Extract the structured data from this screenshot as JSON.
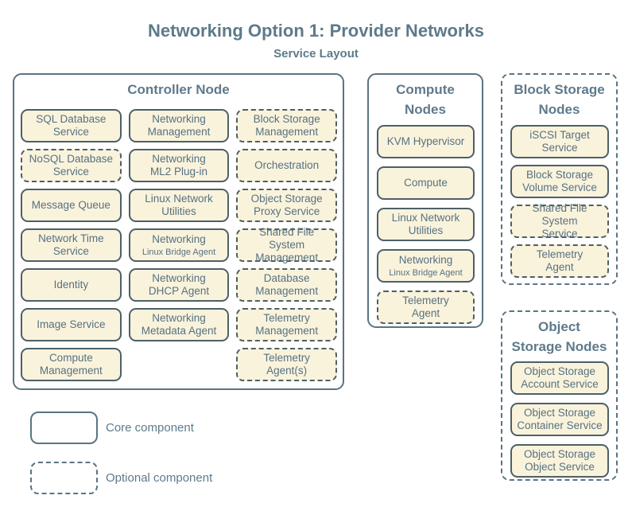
{
  "title": "Networking Option 1: Provider Networks",
  "subtitle": "Service Layout",
  "colors": {
    "canvas-bg": "#ffffff",
    "box-fill": "#faf3dc",
    "box-border": "#4d6067",
    "group-border": "#5a7482",
    "text": "#567181",
    "heading": "#5e7a8b"
  },
  "groups": {
    "controller": {
      "title": "Controller Node",
      "columns": [
        [
          {
            "label": "SQL Database\nService",
            "style": "core"
          },
          {
            "label": "NoSQL Database\nService",
            "style": "optional"
          },
          {
            "label": "Message Queue",
            "style": "core"
          },
          {
            "label": "Network Time\nService",
            "style": "core"
          },
          {
            "label": "Identity",
            "style": "core"
          },
          {
            "label": "Image Service",
            "style": "core"
          },
          {
            "label": "Compute\nManagement",
            "style": "core"
          }
        ],
        [
          {
            "label": "Networking\nManagement",
            "style": "core"
          },
          {
            "label": "Networking\nML2 Plug-in",
            "style": "core"
          },
          {
            "label": "Linux Network\nUtilities",
            "style": "core"
          },
          {
            "label": "Networking",
            "sublabel": "Linux Bridge Agent",
            "style": "core"
          },
          {
            "label": "Networking\nDHCP Agent",
            "style": "core"
          },
          {
            "label": "Networking\nMetadata Agent",
            "style": "core"
          }
        ],
        [
          {
            "label": "Block Storage\nManagement",
            "style": "optional"
          },
          {
            "label": "Orchestration",
            "style": "optional"
          },
          {
            "label": "Object Storage\nProxy Service",
            "style": "optional"
          },
          {
            "label": "Shared File System\nManagement",
            "style": "optional"
          },
          {
            "label": "Database\nManagement",
            "style": "optional"
          },
          {
            "label": "Telemetry\nManagement",
            "style": "optional"
          },
          {
            "label": "Telemetry\nAgent(s)",
            "style": "optional"
          }
        ]
      ]
    },
    "compute": {
      "title": "Compute\nNodes",
      "items": [
        {
          "label": "KVM Hypervisor",
          "style": "core"
        },
        {
          "label": "Compute",
          "style": "core"
        },
        {
          "label": "Linux Network\nUtilities",
          "style": "core"
        },
        {
          "label": "Networking",
          "sublabel": "Linux Bridge Agent",
          "style": "core"
        },
        {
          "label": "Telemetry\nAgent",
          "style": "optional"
        }
      ]
    },
    "block_storage": {
      "title": "Block Storage\nNodes",
      "items": [
        {
          "label": "iSCSI Target\nService",
          "style": "core"
        },
        {
          "label": "Block Storage\nVolume Service",
          "style": "core"
        },
        {
          "label": "Shared File System\nService",
          "style": "optional"
        },
        {
          "label": "Telemetry\nAgent",
          "style": "optional"
        }
      ]
    },
    "object_storage": {
      "title": "Object\nStorage Nodes",
      "items": [
        {
          "label": "Object Storage\nAccount Service",
          "style": "core"
        },
        {
          "label": "Object Storage\nContainer Service",
          "style": "core"
        },
        {
          "label": "Object Storage\nObject Service",
          "style": "core"
        }
      ]
    }
  },
  "legend": [
    {
      "style": "core",
      "label": "Core component"
    },
    {
      "style": "optional",
      "label": "Optional component"
    }
  ]
}
